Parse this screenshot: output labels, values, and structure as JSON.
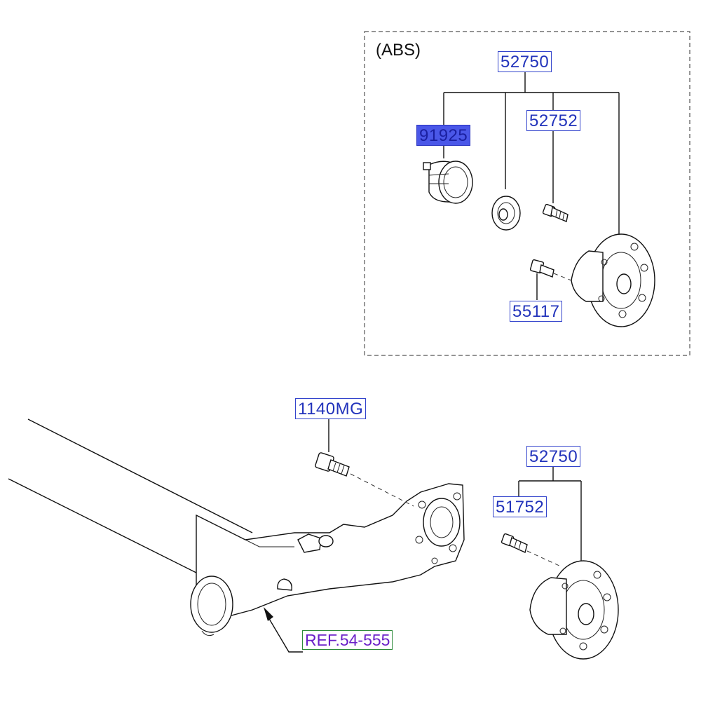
{
  "abs_group": {
    "caption": "(ABS)"
  },
  "labels": {
    "abs_hub_assembly": "52750",
    "abs_sensor": "91925",
    "abs_hub_bolt": "52752",
    "abs_mount_bolt": "55117",
    "axle_bolt": "1140MG",
    "hub_assembly": "52750",
    "hub_bolt": "51752",
    "reference": "REF.54-555"
  },
  "colors": {
    "label_text": "#2233bb",
    "label_border": "#3344cc",
    "highlight_fill": "#4a57e8",
    "reference_text": "#6a20c8",
    "reference_border": "#2e8b3a"
  }
}
